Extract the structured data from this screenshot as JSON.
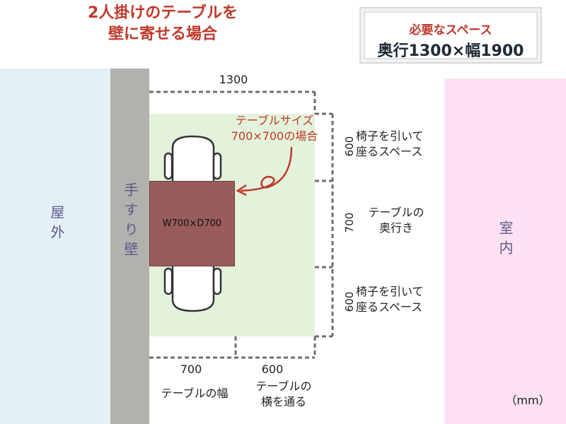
{
  "title": {
    "line1": "2人掛けのテーブルを",
    "line2": "壁に寄せる場合"
  },
  "required_space": {
    "label": "必要なスペース",
    "value": "奥行1300×幅1900"
  },
  "areas": {
    "outdoor": "屋外",
    "handrail_wall": "手すり壁",
    "indoor": "室内"
  },
  "table_size_note": {
    "line1": "テーブルサイズ",
    "line2": "700×700の場合"
  },
  "table_label": "W700×D700",
  "dimensions": {
    "top_depth": "1300",
    "right_seg1_value": "600",
    "right_seg1_line1": "椅子を引いて",
    "right_seg1_line2": "座るスペース",
    "right_seg2_value": "700",
    "right_seg2_line1": "テーブルの",
    "right_seg2_line2": "奥行き",
    "right_seg3_value": "600",
    "right_seg3_line1": "椅子を引いて",
    "right_seg3_line2": "座るスペース",
    "bottom_seg1_value": "700",
    "bottom_seg1_label": "テーブルの幅",
    "bottom_seg2_value": "600",
    "bottom_seg2_line1": "テーブルの",
    "bottom_seg2_line2": "横を通る"
  },
  "unit": "（mm）",
  "colors": {
    "accent_red": "#c0392b",
    "green_area": "#e3f2db",
    "table": "#9a5b5d",
    "rail": "#b3b1ad",
    "outdoor": "#e3f0f6",
    "indoor": "#fbe1f1"
  }
}
